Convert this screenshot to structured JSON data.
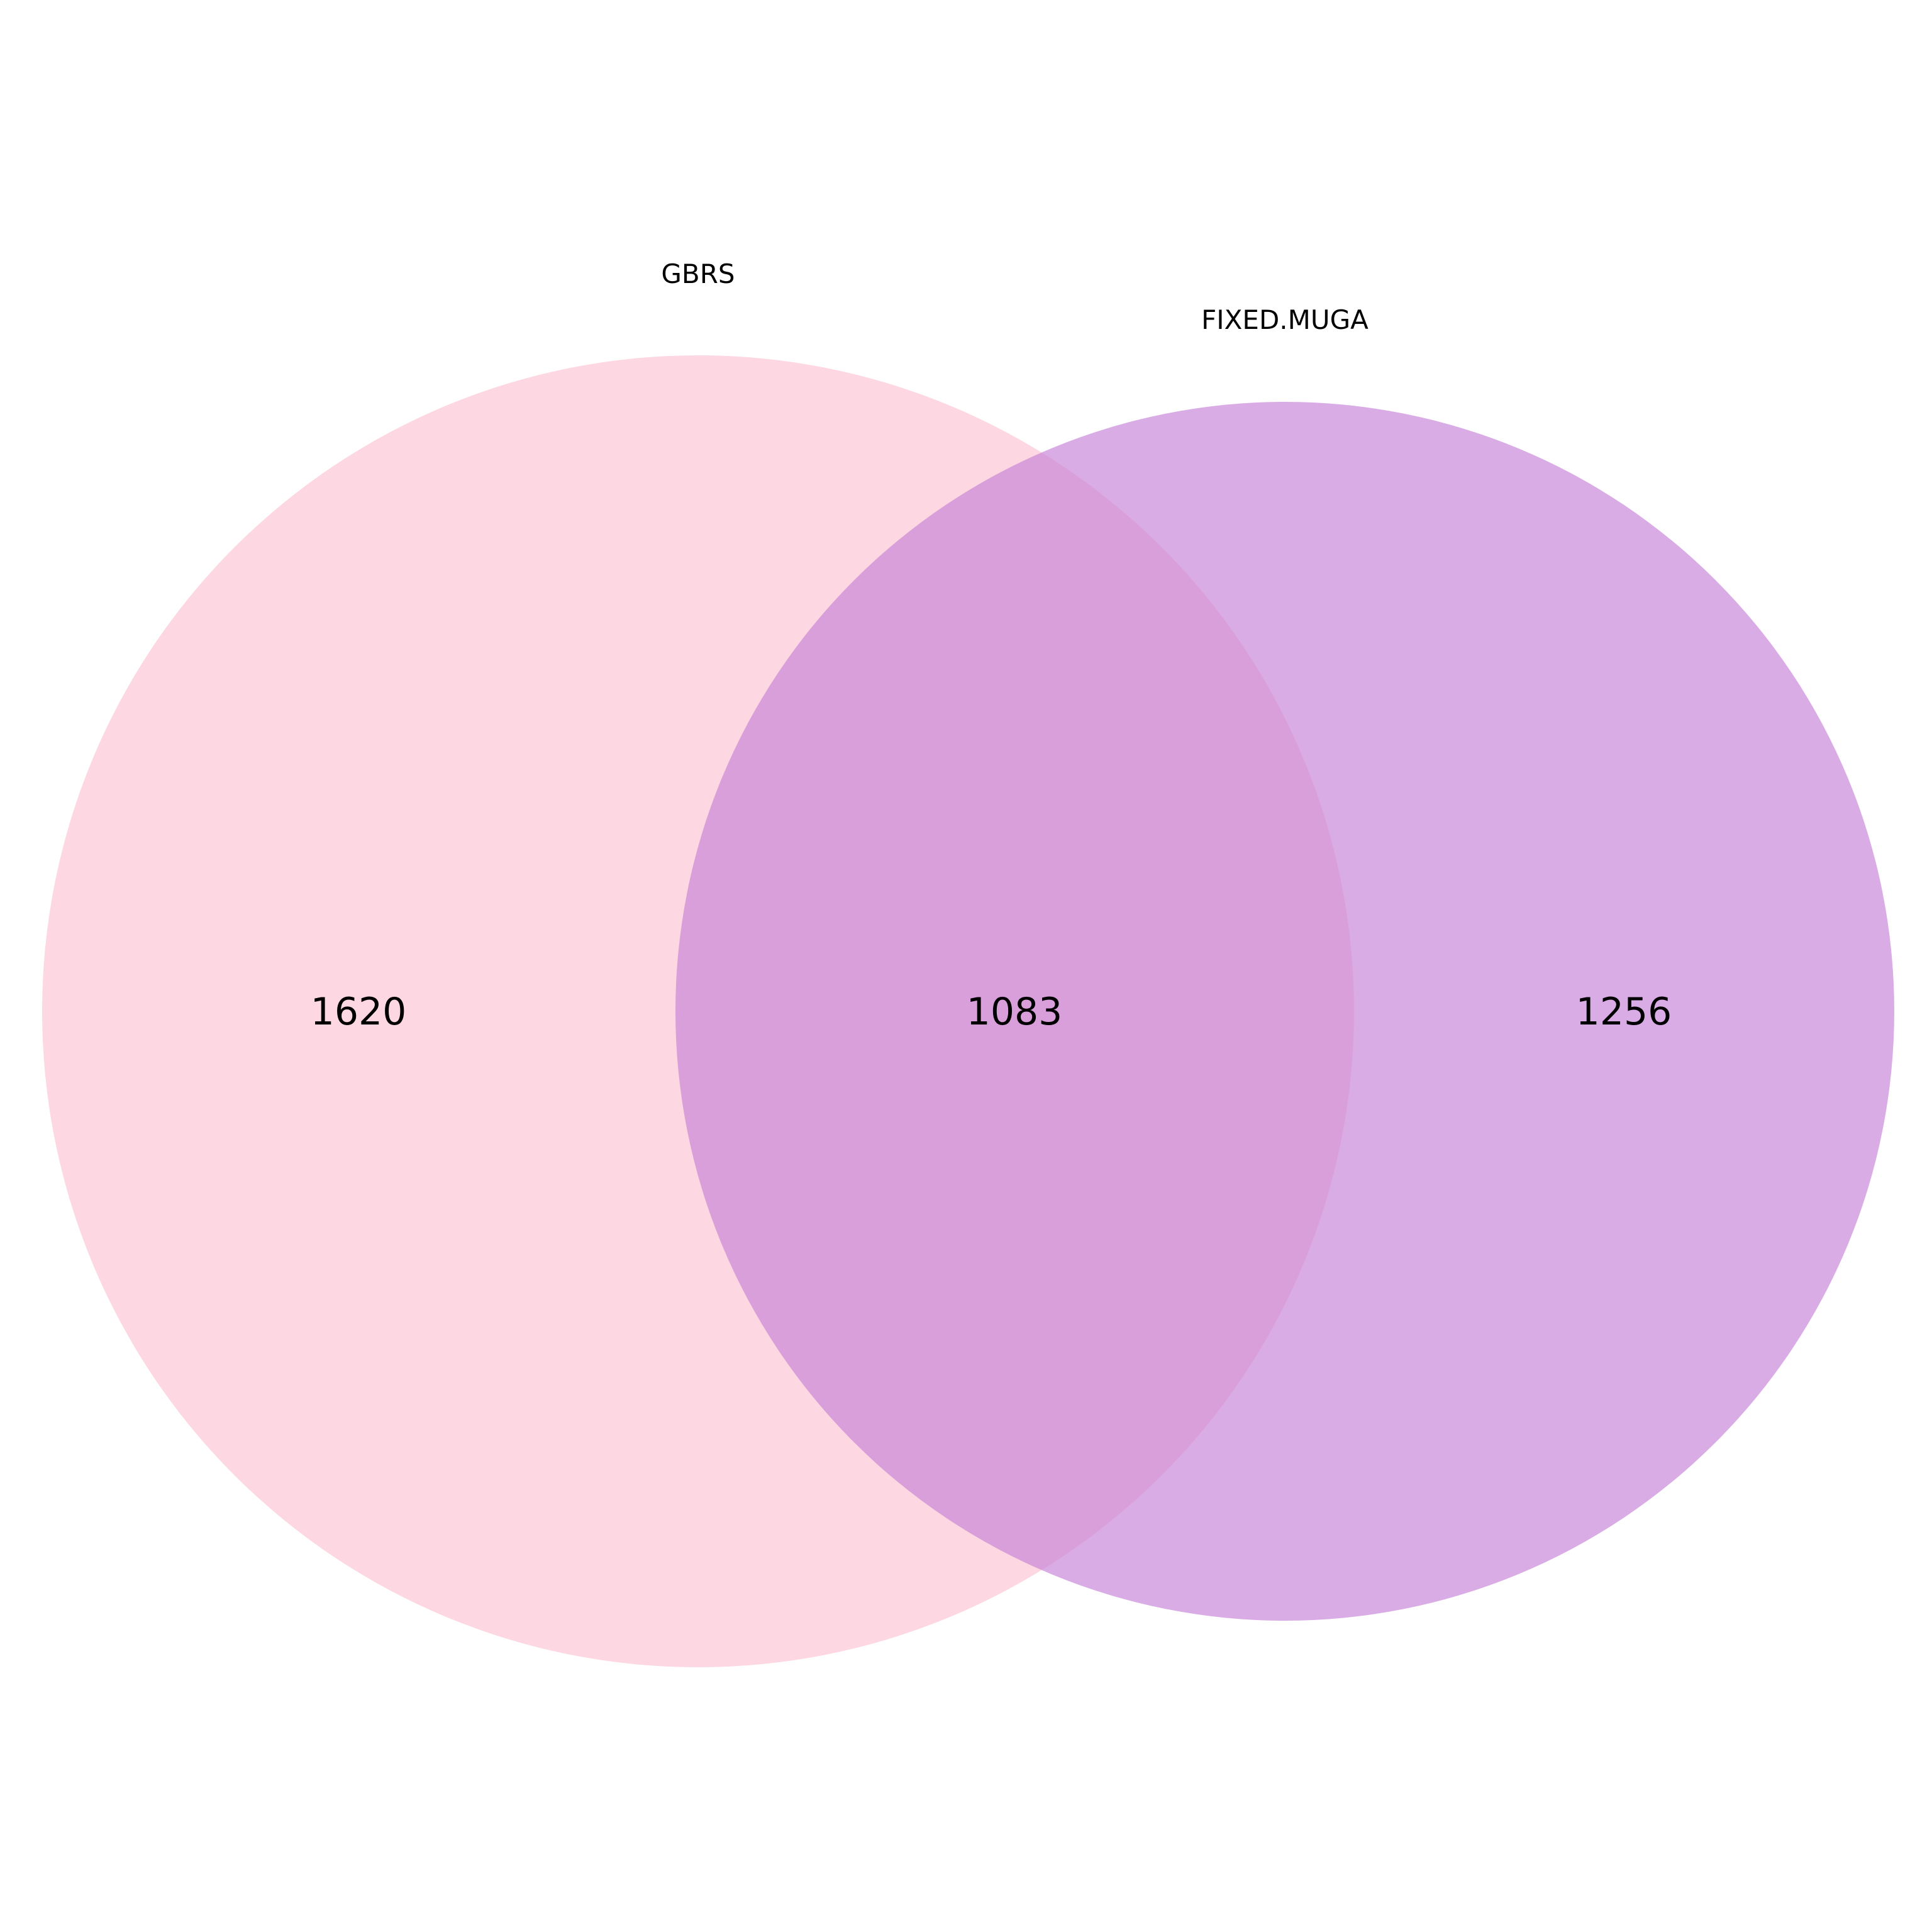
{
  "diagram": {
    "type": "venn",
    "sets": [
      {
        "label": "GBRS",
        "color": "#fcc8d6"
      },
      {
        "label": "FIXED.MUGA",
        "color": "#c784d8"
      }
    ],
    "regions": {
      "gbrs_only": "1620",
      "intersection": "1083",
      "fixed_muga_only": "1256"
    }
  }
}
